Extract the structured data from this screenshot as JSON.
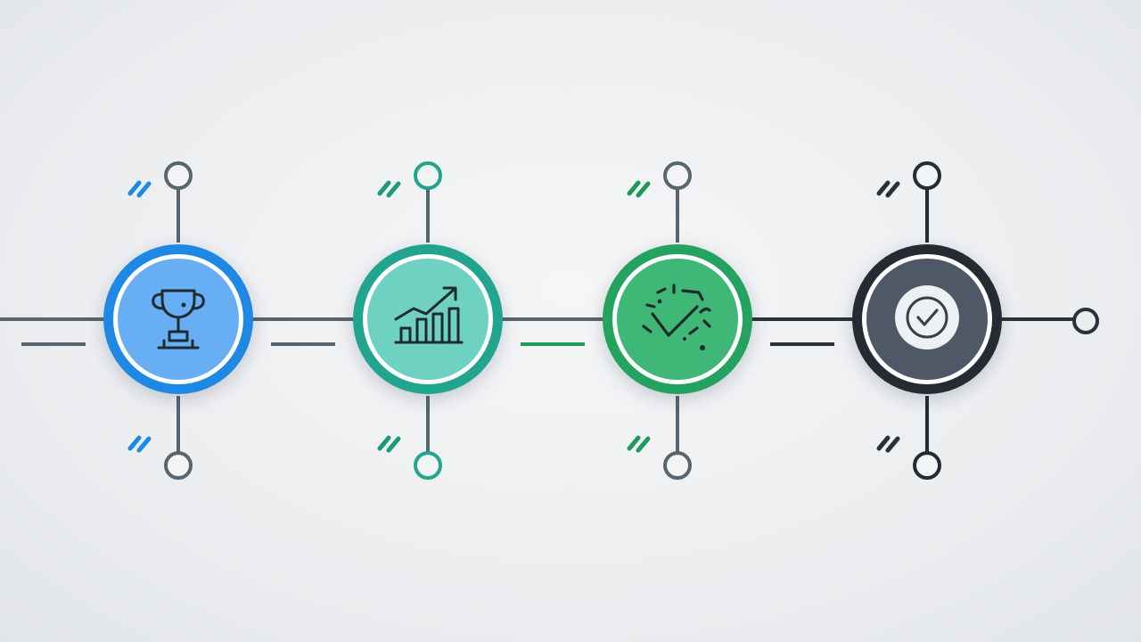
{
  "diagram": {
    "type": "timeline",
    "colors": {
      "background": "#eceef0",
      "axis": "#56656e",
      "axis_dark": "#2a3138",
      "connector": "#56656e"
    },
    "stages": [
      {
        "id": "achievement",
        "icon": "trophy-icon",
        "fill": "#67aef5",
        "ring": "#1e88e5",
        "accent": "#1e88e5",
        "pin_color": "#56656e",
        "dash_color": "#56656e"
      },
      {
        "id": "growth",
        "icon": "bar-chart-growth-icon",
        "fill": "#6fd1c2",
        "ring": "#21a58f",
        "accent": "#1e9a74",
        "pin_color": "#56656e",
        "dash_color": "#56656e"
      },
      {
        "id": "breakthrough",
        "icon": "broken-checkmark-icon",
        "fill": "#3fb877",
        "ring": "#23a35f",
        "accent": "#1e9a5a",
        "pin_color": "#56656e",
        "dash_color": "#1e9a5a"
      },
      {
        "id": "completion",
        "icon": "check-circle-icon",
        "fill": "#4e5866",
        "ring": "#252b32",
        "accent": "#2a3138",
        "pin_color": "#252b32",
        "dash_color": "#2a3138"
      }
    ],
    "end_marker": "end-node-icon"
  }
}
